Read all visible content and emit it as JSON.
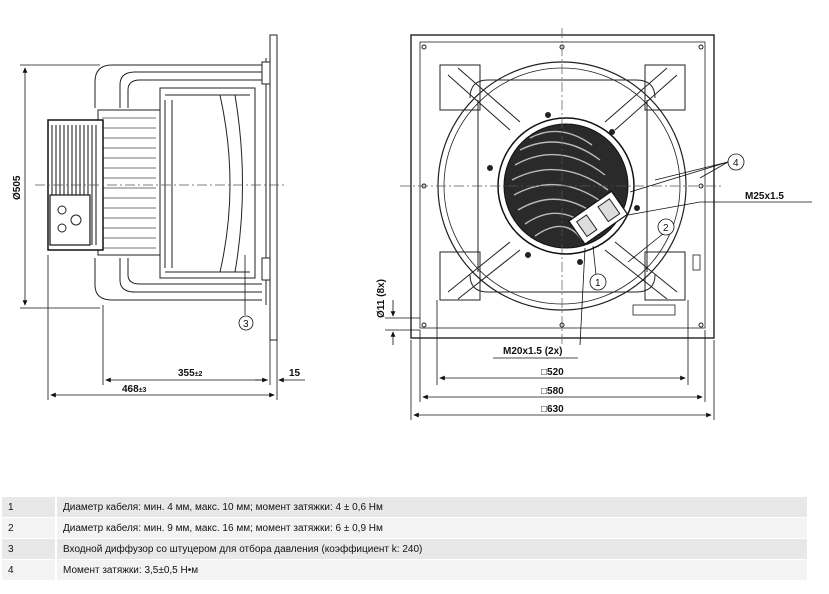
{
  "dimensions": {
    "diameter": "Ø505",
    "depth_inner": "355",
    "depth_inner_tol": "±2",
    "flange": "15",
    "depth_total": "468",
    "depth_total_tol": "±3",
    "hole": "Ø11 (8x)",
    "cable_gland_a": "M25x1.5",
    "cable_gland_b": "M20x1.5 (2x)",
    "square_520": "□520",
    "square_580": "□580",
    "square_630": "□630"
  },
  "callouts": [
    "1",
    "2",
    "3",
    "4"
  ],
  "legend": [
    {
      "num": "1",
      "text": "Диаметр кабеля: мин. 4 мм, макс. 10 мм; момент затяжки: 4 ± 0,6 Нм"
    },
    {
      "num": "2",
      "text": "Диаметр кабеля: мин. 9 мм, макс. 16 мм; момент затяжки: 6 ± 0,9 Нм"
    },
    {
      "num": "3",
      "text": "Входной диффузор со штуцером для отбора давления (коэффициент k: 240)"
    },
    {
      "num": "4",
      "text": "Момент затяжки: 3,5±0,5 Н•м"
    }
  ]
}
